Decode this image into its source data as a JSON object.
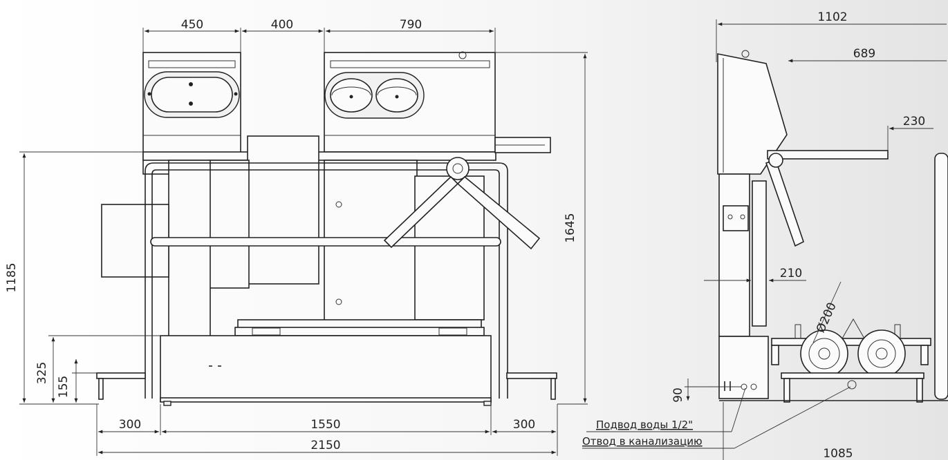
{
  "front_view": {
    "dims": {
      "w_wash_left": "450",
      "w_gap": "400",
      "w_wash_right": "790",
      "h_total": "1645",
      "h_rail": "1185",
      "h_tray": "325",
      "h_base": "155",
      "w_side_left": "300",
      "w_tray": "1550",
      "w_side_right": "300",
      "w_total": "2150"
    }
  },
  "side_view": {
    "dims": {
      "depth_total": "1102",
      "depth_top": "689",
      "arm_len": "230",
      "panel_depth": "210",
      "brush_diameter": "Ø200",
      "pipe_height": "90",
      "base_depth": "1085"
    },
    "notes": {
      "water_inlet": "Подвод воды 1/2\"",
      "drain": "Отвод в канализацию"
    }
  },
  "colors": {
    "line": "#222222",
    "background_start": "#ffffff",
    "background_end": "#e4e4e4"
  }
}
